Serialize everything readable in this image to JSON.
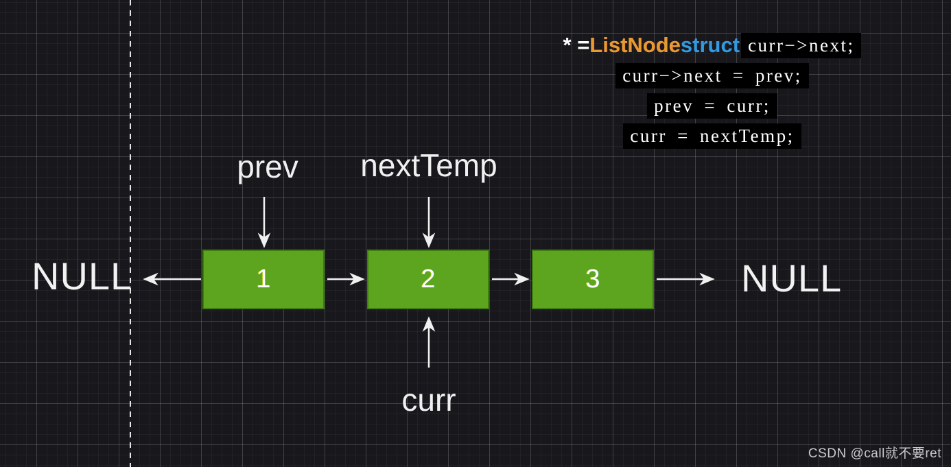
{
  "code_panel": {
    "line1": {
      "star_eq": "* =",
      "type_token": "ListNode",
      "keyword_token": "struct",
      "serif_part": "curr−>next;"
    },
    "line2": "curr−>next = prev;",
    "line3": "prev = curr;",
    "line4": "curr = nextTemp;",
    "colors": {
      "type_orange": "#e89a32",
      "keyword_blue": "#3399e0",
      "plain_white": "#ffffff",
      "code_background": "#000000"
    }
  },
  "diagram": {
    "null_left": "NULL",
    "null_right": "NULL",
    "nodes": [
      {
        "value": "1"
      },
      {
        "value": "2"
      },
      {
        "value": "3"
      }
    ],
    "pointers": {
      "prev": "prev",
      "nextTemp": "nextTemp",
      "curr": "curr"
    },
    "node_color": "#5da51e",
    "node_border_color": "#3f7d10",
    "arrow_color": "#f0f0f0",
    "background_color": "#17171c"
  },
  "watermark": "CSDN @call就不要ret"
}
